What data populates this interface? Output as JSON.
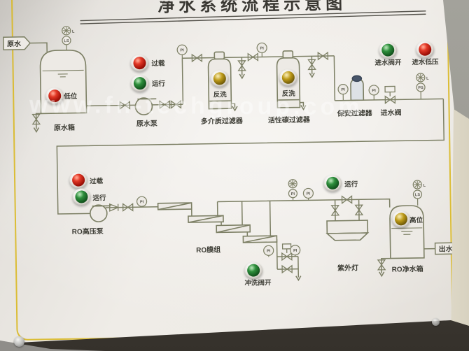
{
  "title": "净水系统流程示意图",
  "watermark": "www.fn-techgroup.com",
  "flags": {
    "inlet": "原水",
    "outlet": "出水"
  },
  "equipment": {
    "raw_tank": "原水箱",
    "raw_pump": "原水泵",
    "mm_filter": "多介质过滤器",
    "ac_filter": "活性碳过滤器",
    "sec_filter": "保安过滤器",
    "inlet_valve": "进水阀",
    "ro_pump": "RO高压泵",
    "ro_membrane": "RO膜组",
    "uv_lamp": "紫外灯",
    "ro_tank": "RO净水箱"
  },
  "lights": {
    "raw_tank_low": {
      "label": "低位",
      "color": "#c41d14",
      "status": "red"
    },
    "raw_pump_overload": {
      "label": "过载",
      "color": "#c41d14",
      "status": "red"
    },
    "raw_pump_run": {
      "label": "运行",
      "color": "#1e7a2e",
      "status": "green"
    },
    "mm_backwash": {
      "label": "反洗",
      "color": "#a8890f",
      "status": "yellow"
    },
    "ac_backwash": {
      "label": "反洗",
      "color": "#a8890f",
      "status": "yellow"
    },
    "inlet_valve_open": {
      "label": "进水阀开",
      "color": "#1e7a2e",
      "status": "green"
    },
    "inlet_low_pressure": {
      "label": "进水低压",
      "color": "#c41d14",
      "status": "red"
    },
    "ro_pump_overload": {
      "label": "过载",
      "color": "#c41d14",
      "status": "red"
    },
    "ro_pump_run": {
      "label": "运行",
      "color": "#1e7a2e",
      "status": "green"
    },
    "uv_run": {
      "label": "运行",
      "color": "#1e7a2e",
      "status": "green"
    },
    "flush_valve_open": {
      "label": "冲洗阀开",
      "color": "#1e7a2e",
      "status": "green"
    },
    "ro_tank_high": {
      "label": "高位",
      "color": "#a8890f",
      "status": "yellow"
    }
  },
  "instruments": {
    "pi": "PI",
    "ps": "PS",
    "ls": "LS",
    "low": "L"
  },
  "colors": {
    "pipe": "#7c7f64",
    "border_yellow": "#d9b822",
    "label_text": "#3d3d35"
  }
}
